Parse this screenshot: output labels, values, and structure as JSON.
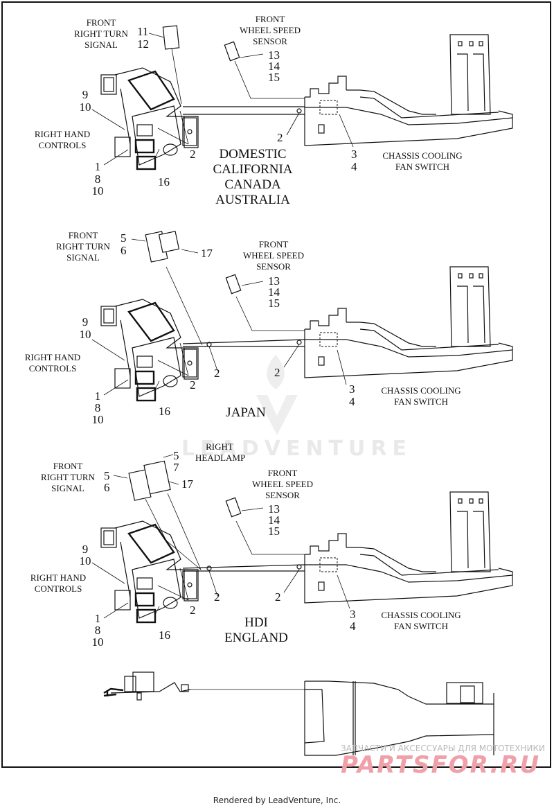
{
  "diagram": {
    "panels": [
      {
        "region_lines": [
          "DOMESTIC",
          "CALIFORNIA",
          "CANADA",
          "AUSTRALIA"
        ],
        "turn_signal": {
          "label": [
            "FRONT",
            "RIGHT TURN",
            "SIGNAL"
          ],
          "refs": [
            "11",
            "12"
          ]
        },
        "wheel_speed_sensor": {
          "label": [
            "FRONT",
            "WHEEL SPEED",
            "SENSOR"
          ],
          "refs": [
            "13",
            "14",
            "15"
          ]
        },
        "right_hand_controls": {
          "label": [
            "RIGHT HAND",
            "CONTROLS"
          ],
          "refs_upper": [
            "9",
            "10"
          ],
          "refs_lower": [
            "1",
            "8",
            "10"
          ]
        },
        "bracket_ref": "16",
        "clip_refs": [
          "2",
          "2"
        ],
        "cooling_fan": {
          "label": [
            "CHASSIS COOLING",
            "FAN SWITCH"
          ],
          "refs": [
            "3",
            "4"
          ]
        }
      },
      {
        "region_lines": [
          "JAPAN"
        ],
        "turn_signal": {
          "label": [
            "FRONT",
            "RIGHT TURN",
            "SIGNAL"
          ],
          "refs": [
            "5",
            "6"
          ],
          "connector_ref": "17"
        },
        "wheel_speed_sensor": {
          "label": [
            "FRONT",
            "WHEEL SPEED",
            "SENSOR"
          ],
          "refs": [
            "13",
            "14",
            "15"
          ]
        },
        "right_hand_controls": {
          "label": [
            "RIGHT HAND",
            "CONTROLS"
          ],
          "refs_upper": [
            "9",
            "10"
          ],
          "refs_lower": [
            "1",
            "8",
            "10"
          ]
        },
        "bracket_ref": "16",
        "clip_refs": [
          "2",
          "2",
          "2"
        ],
        "cooling_fan": {
          "label": [
            "CHASSIS COOLING",
            "FAN SWITCH"
          ],
          "refs": [
            "3",
            "4"
          ]
        }
      },
      {
        "region_lines": [
          "HDI",
          "ENGLAND"
        ],
        "turn_signal": {
          "label": [
            "FRONT",
            "RIGHT TURN",
            "SIGNAL"
          ],
          "refs": [
            "5",
            "6"
          ]
        },
        "headlamp": {
          "label": [
            "RIGHT",
            "HEADLAMP"
          ],
          "refs": [
            "5",
            "7"
          ],
          "connector_ref": "17"
        },
        "wheel_speed_sensor": {
          "label": [
            "FRONT",
            "WHEEL SPEED",
            "SENSOR"
          ],
          "refs": [
            "13",
            "14",
            "15"
          ]
        },
        "right_hand_controls": {
          "label": [
            "RIGHT HAND",
            "CONTROLS"
          ],
          "refs_upper": [
            "9",
            "10"
          ],
          "refs_lower": [
            "1",
            "8",
            "10"
          ]
        },
        "bracket_ref": "16",
        "clip_refs": [
          "2",
          "2",
          "2"
        ],
        "cooling_fan": {
          "label": [
            "CHASSIS COOLING",
            "FAN SWITCH"
          ],
          "refs": [
            "3",
            "4"
          ]
        }
      }
    ]
  },
  "watermarks": {
    "leadventure": "LEADVENTURE",
    "parts_small": "ЗАПЧАСТИ И АКСЕССУАРЫ ДЛЯ МОТОТЕХНИКИ",
    "parts_big": "PARTSFOR.RU"
  },
  "footer": "Rendered by LeadVenture, Inc."
}
